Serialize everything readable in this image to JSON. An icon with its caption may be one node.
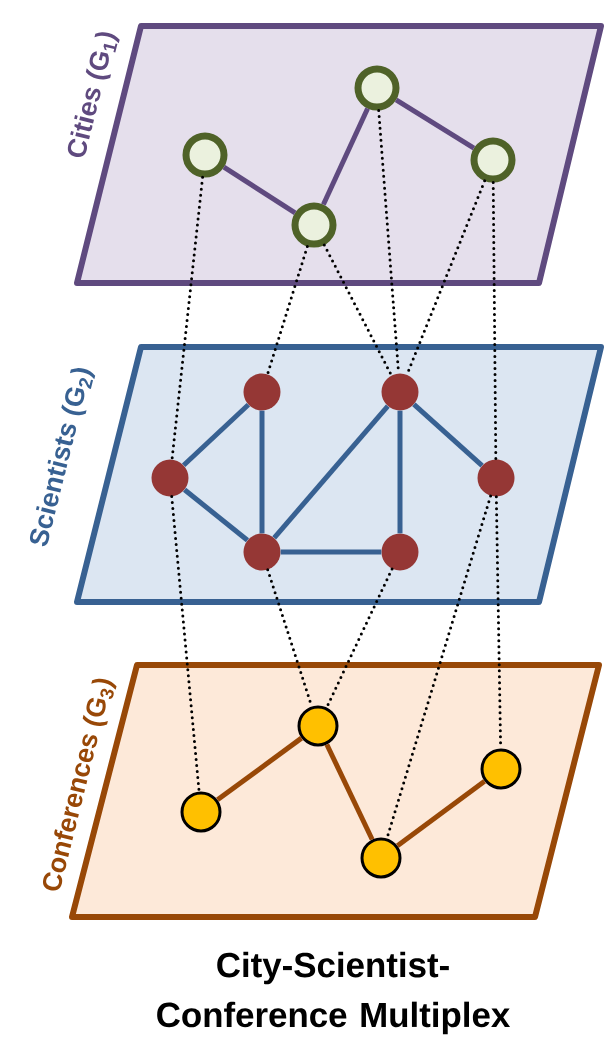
{
  "diagram": {
    "caption": "City-Scientist-Conference Multiplex",
    "nodes": [
      {
        "text": [
          "Cities (G$_{1}$)"
        ]
      },
      {
        "text": [],
        "shape": "circle",
        "in": 0
      },
      {
        "text": [],
        "shape": "circle",
        "in": 0
      },
      {
        "text": [],
        "shape": "circle",
        "in": 0
      },
      {
        "text": [],
        "shape": "circle",
        "in": 0
      },
      {
        "text": [
          "Scientists (G$_{2}$)"
        ]
      },
      {
        "text": [],
        "shape": "circle",
        "in": 5
      },
      {
        "text": [],
        "shape": "circle",
        "in": 5
      },
      {
        "text": [],
        "shape": "circle",
        "in": 5
      },
      {
        "text": [],
        "shape": "circle",
        "in": 5
      },
      {
        "text": [],
        "shape": "circle",
        "in": 5
      },
      {
        "text": [],
        "shape": "circle",
        "in": 5
      },
      {
        "text": [
          "Conferences (G$_{3}$)"
        ]
      },
      {
        "text": [],
        "shape": "circle",
        "in": 12
      },
      {
        "text": [],
        "shape": "circle",
        "in": 12
      },
      {
        "text": [],
        "shape": "circle",
        "in": 12
      },
      {
        "text": [],
        "shape": "circle",
        "in": 12
      }
    ],
    "edges": [
      {
        "from": 1,
        "to": 2,
        "arrow": "none",
        "color": "#5f4a7f"
      },
      {
        "from": 2,
        "to": 3,
        "arrow": "none",
        "color": "#5f4a7f"
      },
      {
        "from": 3,
        "to": 4,
        "arrow": "none",
        "color": "#5f4a7f"
      },
      {
        "from": 6,
        "to": 7,
        "arrow": "none",
        "color": "#386192"
      },
      {
        "from": 7,
        "to": 8,
        "arrow": "none",
        "color": "#386192"
      },
      {
        "from": 6,
        "to": 8,
        "arrow": "none",
        "color": "#386192"
      },
      {
        "from": 8,
        "to": 9,
        "arrow": "none",
        "color": "#386192"
      },
      {
        "from": 9,
        "to": 10,
        "arrow": "none",
        "color": "#386192"
      },
      {
        "from": 8,
        "to": 10,
        "arrow": "none",
        "color": "#386192"
      },
      {
        "from": 9,
        "to": 11,
        "arrow": "none",
        "color": "#386192"
      },
      {
        "from": 13,
        "to": 14,
        "arrow": "none",
        "color": "#984807"
      },
      {
        "from": 14,
        "to": 15,
        "arrow": "none",
        "color": "#984807"
      },
      {
        "from": 15,
        "to": 16,
        "arrow": "none",
        "color": "#984807"
      },
      {
        "from": 1,
        "to": 6,
        "arrow": "none",
        "style": "dashed"
      },
      {
        "from": 2,
        "to": 7,
        "arrow": "none",
        "style": "dashed"
      },
      {
        "from": 2,
        "to": 9,
        "arrow": "none",
        "style": "dashed"
      },
      {
        "from": 3,
        "to": 9,
        "arrow": "none",
        "style": "dashed"
      },
      {
        "from": 4,
        "to": 9,
        "arrow": "none",
        "style": "dashed"
      },
      {
        "from": 4,
        "to": 11,
        "arrow": "none",
        "style": "dashed"
      },
      {
        "from": 6,
        "to": 13,
        "arrow": "none",
        "style": "dashed"
      },
      {
        "from": 8,
        "to": 14,
        "arrow": "none",
        "style": "dashed"
      },
      {
        "from": 10,
        "to": 14,
        "arrow": "none",
        "style": "dashed"
      },
      {
        "from": 11,
        "to": 15,
        "arrow": "none",
        "style": "dashed"
      },
      {
        "from": 11,
        "to": 16,
        "arrow": "none",
        "style": "dashed"
      }
    ]
  }
}
